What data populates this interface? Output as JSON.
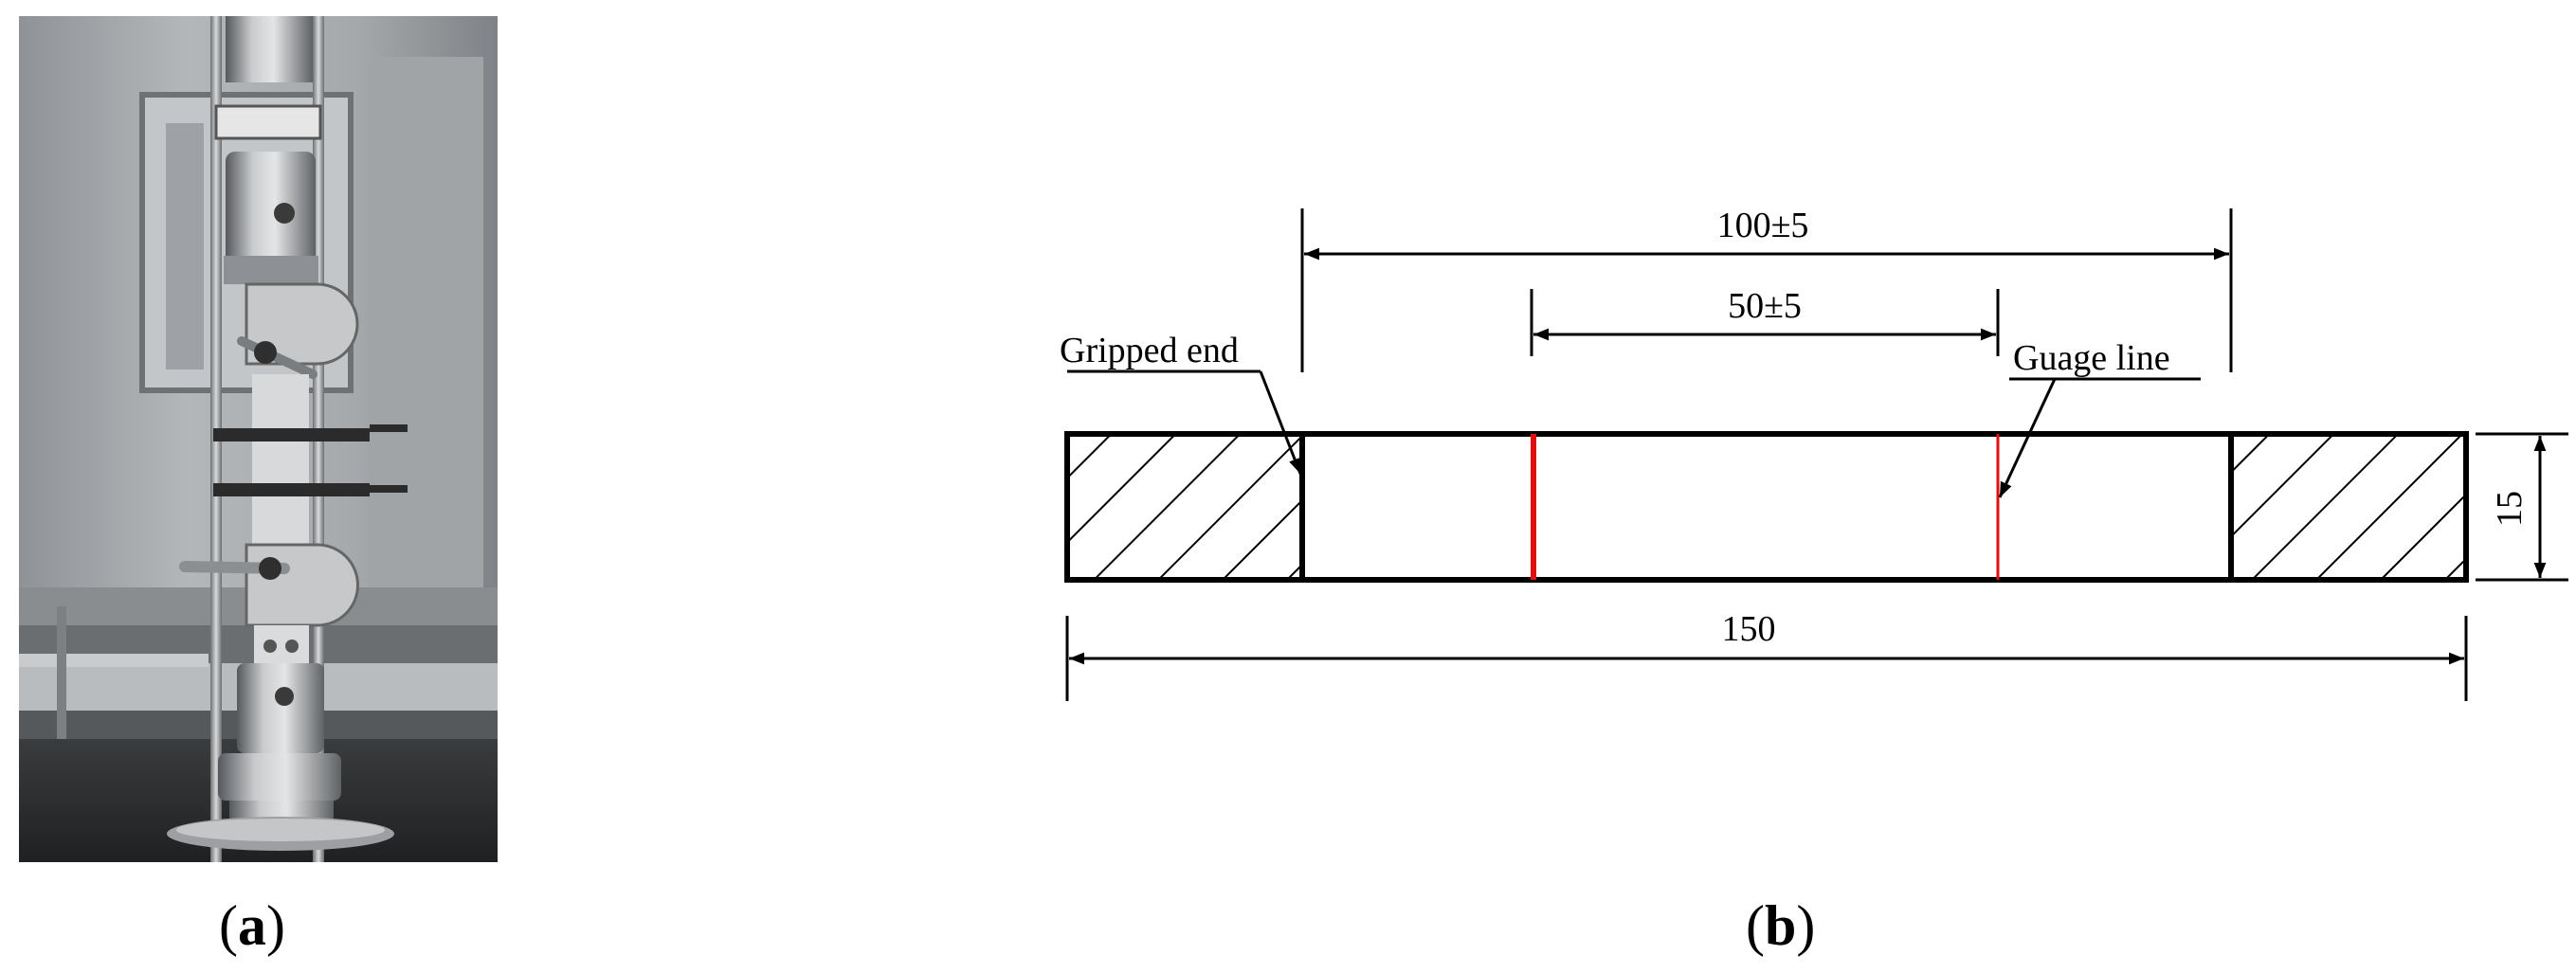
{
  "panel_a": {
    "label_open": "(",
    "label_letter": "a",
    "label_close": ")"
  },
  "panel_b": {
    "label_open": "(",
    "label_letter": "b",
    "label_close": ")",
    "dimensions": {
      "gauge_span": "100±5",
      "inner_span": "50±5",
      "overall_length": "150",
      "width": "15"
    },
    "callouts": {
      "gripped_end": "Gripped end",
      "gauge_line": "Guage line"
    }
  },
  "colors": {
    "outline": "#000000",
    "gauge_line": "#e01010"
  }
}
